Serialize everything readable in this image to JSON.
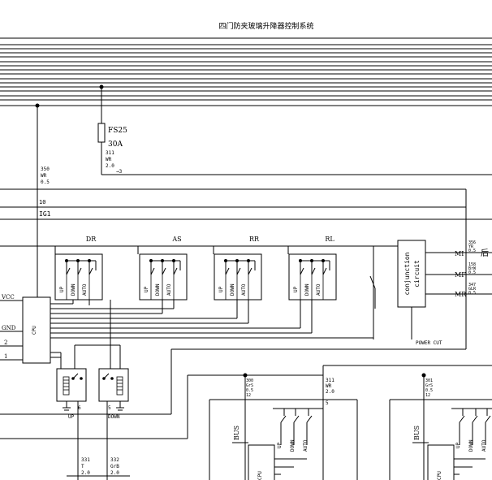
{
  "title": "四门防夹玻璃升降器控制系统",
  "fuse": {
    "name": "FS25",
    "rating": "30A"
  },
  "wires": {
    "w311_top": [
      "311",
      "WR",
      "2.0"
    ],
    "w350": [
      "350",
      "WR",
      "0.5"
    ],
    "w10": "10",
    "ig1": "IG1",
    "w311_right": [
      "311",
      "WR",
      "2.0"
    ],
    "w300": [
      "300",
      "GrS",
      "0.5",
      "12"
    ],
    "w301": [
      "301",
      "GrS",
      "0.5",
      "12"
    ],
    "w331": [
      "331",
      "T",
      "2.0"
    ],
    "w332": [
      "332",
      "GrB",
      "2.0"
    ],
    "w356": [
      "356",
      "YR",
      "0.5"
    ],
    "w158": [
      "158",
      "BrW",
      "0.5"
    ],
    "w347": [
      "347",
      "GLR",
      "0.5"
    ]
  },
  "switch_groups": [
    "DR",
    "AS",
    "RR",
    "RL"
  ],
  "switch_labels": {
    "up": "UP",
    "down": "DOWN",
    "auto": "AUTO"
  },
  "cpu_label": "CPU",
  "cpu_pins": {
    "vcc": "VCC",
    "gnd": "GND",
    "p2": "2",
    "p1": "1"
  },
  "relay_labels": {
    "up": "UP",
    "down": "DOWN",
    "pin6": "6",
    "pin5": "5"
  },
  "conjunction": {
    "line1": "conjunction",
    "line2": "circuit"
  },
  "conj_outputs": [
    "MI",
    "MF",
    "MR"
  ],
  "conj_out_side": "后",
  "power_cut": "POWER CUT",
  "bus_label": "BUS",
  "pin_5": "5",
  "pin_arrow": "→3"
}
